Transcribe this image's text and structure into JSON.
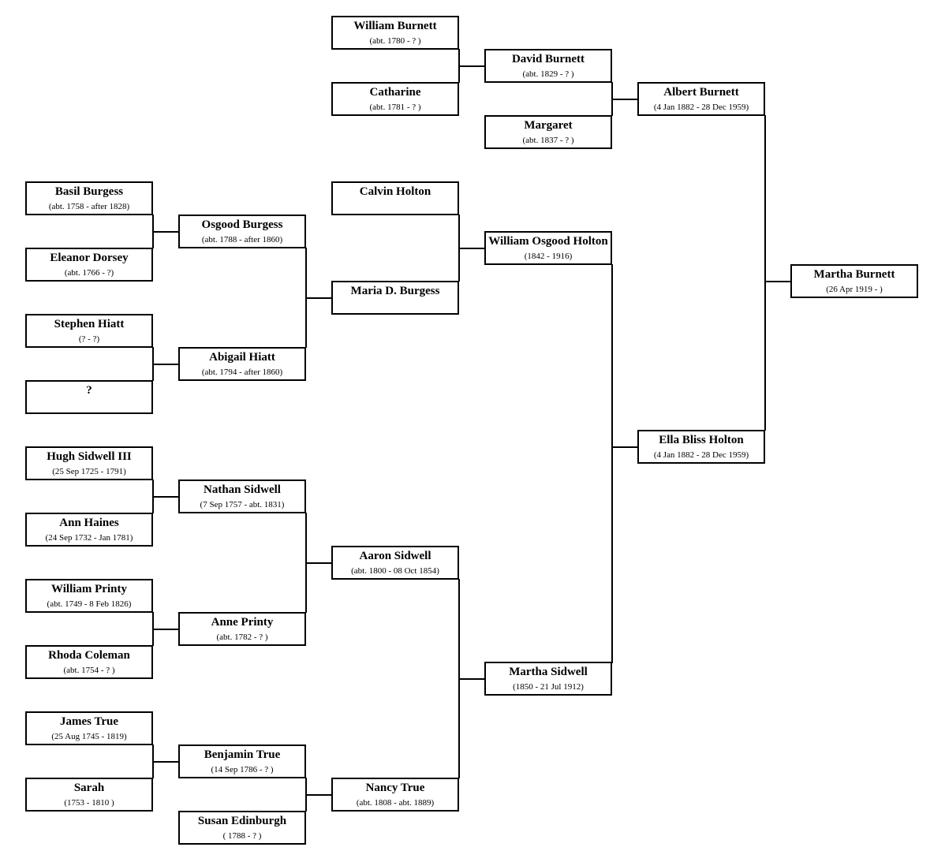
{
  "people": {
    "p1": {
      "name": "William Burnett",
      "dates": "(abt. 1780 - ? )"
    },
    "p2": {
      "name": "Catharine",
      "dates": "(abt. 1781 - ? )"
    },
    "p3": {
      "name": "David Burnett",
      "dates": "(abt. 1829 - ? )"
    },
    "p4": {
      "name": "Margaret",
      "dates": "(abt. 1837 - ? )"
    },
    "p5": {
      "name": "Albert Burnett",
      "dates": "(4 Jan 1882 - 28 Dec 1959)"
    },
    "p6": {
      "name": "Basil Burgess",
      "dates": "(abt. 1758 - after 1828)"
    },
    "p7": {
      "name": "Eleanor Dorsey",
      "dates": "(abt. 1766 - ?)"
    },
    "p8": {
      "name": "Osgood Burgess",
      "dates": "(abt. 1788 - after 1860)"
    },
    "p9": {
      "name": "Calvin Holton",
      "dates": ""
    },
    "p10": {
      "name": "William Osgood Holton",
      "dates": "(1842 - 1916)"
    },
    "p11": {
      "name": "Maria D. Burgess",
      "dates": ""
    },
    "p12": {
      "name": "Stephen Hiatt",
      "dates": "(? - ?)"
    },
    "p13": {
      "name": "Abigail Hiatt",
      "dates": "(abt. 1794 - after 1860)"
    },
    "p14": {
      "name": "?",
      "dates": ""
    },
    "p15": {
      "name": "Martha Burnett",
      "dates": "(26 Apr 1919 - )"
    },
    "p16": {
      "name": "Ella Bliss Holton",
      "dates": "(4 Jan 1882 - 28 Dec 1959)"
    },
    "p17": {
      "name": "Hugh Sidwell III",
      "dates": "(25 Sep 1725 - 1791)"
    },
    "p18": {
      "name": "Nathan Sidwell",
      "dates": "(7 Sep 1757 - abt. 1831)"
    },
    "p19": {
      "name": "Ann Haines",
      "dates": "(24 Sep 1732 - Jan 1781)"
    },
    "p20": {
      "name": "Aaron Sidwell",
      "dates": "(abt. 1800 - 08 Oct 1854)"
    },
    "p21": {
      "name": "William Printy",
      "dates": "(abt. 1749 - 8 Feb 1826)"
    },
    "p22": {
      "name": "Anne Printy",
      "dates": "(abt. 1782 - ? )"
    },
    "p23": {
      "name": "Rhoda Coleman",
      "dates": "(abt. 1754 - ? )"
    },
    "p24": {
      "name": "Martha Sidwell",
      "dates": "(1850 - 21 Jul 1912)"
    },
    "p25": {
      "name": "James True",
      "dates": "(25 Aug 1745 - 1819)"
    },
    "p26": {
      "name": "Benjamin True",
      "dates": "(14 Sep 1786 - ? )"
    },
    "p27": {
      "name": "Sarah",
      "dates": "(1753 - 1810 )"
    },
    "p28": {
      "name": "Nancy True",
      "dates": "(abt. 1808 - abt. 1889)"
    },
    "p29": {
      "name": "Susan Edinburgh",
      "dates": "( 1788 - ? )"
    }
  }
}
